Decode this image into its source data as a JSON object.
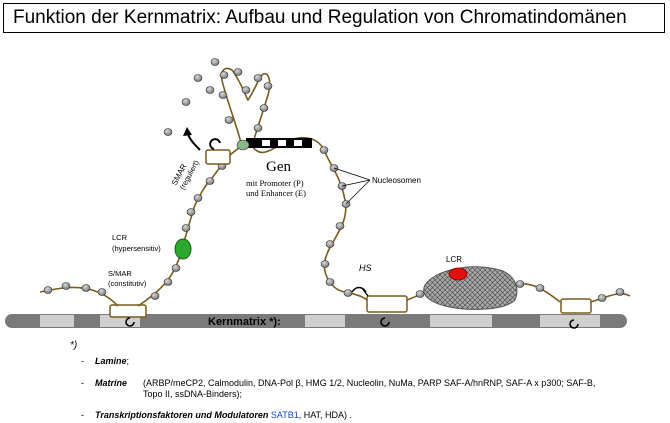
{
  "title": "Funktion der Kernmatrix: Aufbau und Regulation von Chromatindomänen",
  "labels": {
    "gen": "Gen",
    "promoter_line1": "mit Promoter (P)",
    "promoter_line2": "und Enhancer (E)",
    "nucleosomen": "Nucleosomen",
    "smar_reg_line1": "SMAR",
    "smar_reg_line2": "(reguliert)",
    "lcr_hyper_line1": "LCR",
    "lcr_hyper_line2": "(hypersensitiv)",
    "smar_const_line1": "S/MAR",
    "smar_const_line2": "(constitutiv)",
    "hs": "HS",
    "lcr_right": "LCR",
    "kernmatrix": "Kernmatrix *):"
  },
  "footnote": {
    "marker": "*)",
    "items": [
      {
        "dash": "-",
        "term": "Lamine",
        "rest": ";"
      },
      {
        "dash": "-",
        "term": "Matrine",
        "rest": "(ARBP/meCP2, Calmodulin, DNA-Pol β, HMG 1/2, Nucleolin, NuMa, PARP SAF-A/hnRNP, SAF-A x p300; SAF-B,",
        "rest2": "Topo II, ssDNA-Binders);"
      },
      {
        "dash": "-",
        "term": "Transkriptionsfaktoren und Modulatoren",
        "highlight": "SATB1",
        "rest": ", HAT, HDA) ."
      }
    ]
  },
  "colors": {
    "matrix_bar": "#7a7a7a",
    "matrix_segment": "#cfcfcf",
    "dna_fiber": "#7a5a1e",
    "nucleosome": "#9a9a9a",
    "lcr_green": "#2da82d",
    "lcr_red": "#e01010",
    "highlight_blue": "#1a3fd0"
  }
}
